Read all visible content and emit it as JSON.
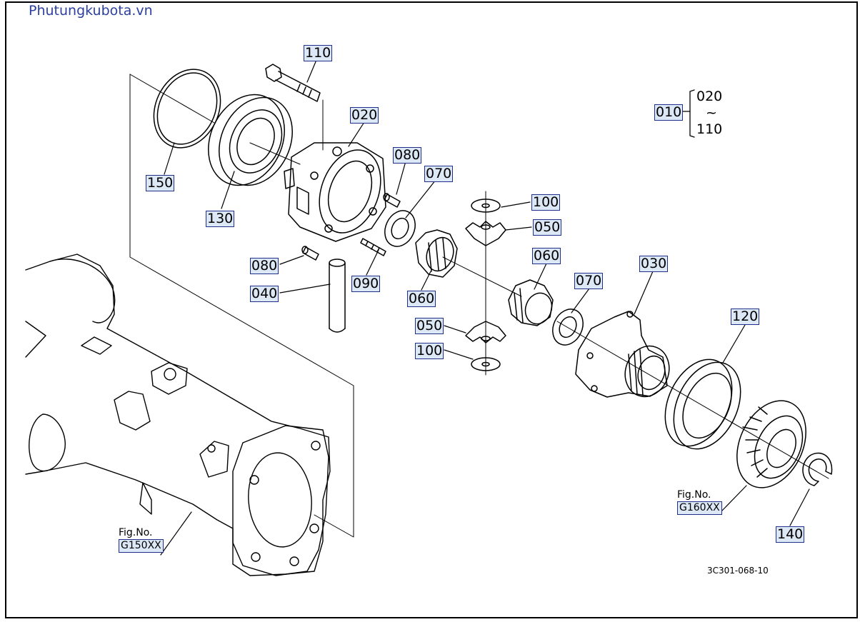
{
  "watermark": "Phutungkubota.vn",
  "drawing_code": "3C301-068-10",
  "callouts": {
    "c110": "110",
    "c020": "020",
    "c150": "150",
    "c130": "130",
    "c080a": "080",
    "c070a": "070",
    "c100a": "100",
    "c050a": "050",
    "c060a": "060",
    "c080b": "080",
    "c040": "040",
    "c090": "090",
    "c060b": "060",
    "c050b": "050",
    "c100b": "100",
    "c070b": "070",
    "c030": "030",
    "c120": "120",
    "c140": "140",
    "c010": "010"
  },
  "assembly_range": {
    "from": "020",
    "tilde": "~",
    "to": "110"
  },
  "fig_refs": {
    "left": {
      "label": "Fig.No.",
      "ref": "G150XX"
    },
    "right": {
      "label": "Fig.No.",
      "ref": "G160XX"
    }
  },
  "colors": {
    "label_fill": "#dde8f6",
    "label_border": "#1f2f8a",
    "watermark": "#2a3fa0"
  }
}
